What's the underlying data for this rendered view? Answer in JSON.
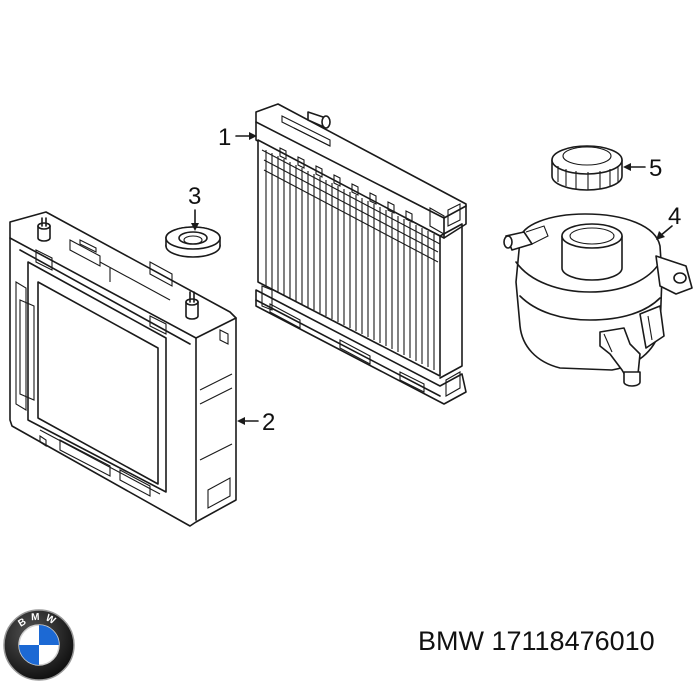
{
  "callouts": [
    {
      "id": 1,
      "label": "1"
    },
    {
      "id": 2,
      "label": "2"
    },
    {
      "id": 3,
      "label": "3"
    },
    {
      "id": 4,
      "label": "4"
    },
    {
      "id": 5,
      "label": "5"
    }
  ],
  "caption": {
    "brand": "BMW",
    "part_number": "17118476010"
  },
  "logo": {
    "letters": "BMW",
    "colors": {
      "ring": "#111111",
      "blue": "#1c69d4",
      "white": "#ffffff"
    }
  },
  "colors": {
    "line": "#1a1a1a",
    "background": "#ffffff"
  }
}
